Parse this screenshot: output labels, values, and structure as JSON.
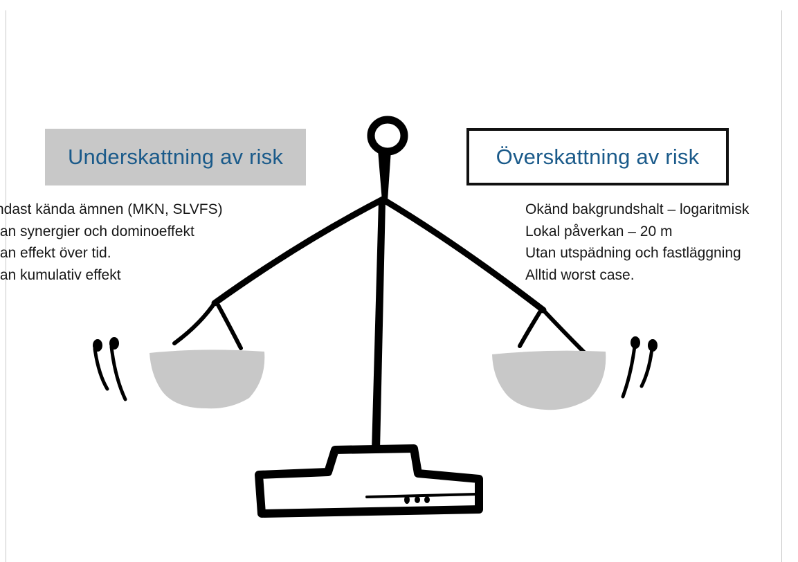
{
  "left_side": {
    "title": "Underskattning av risk",
    "items": [
      "ndast kända ämnen (MKN, SLVFS)",
      "tan synergier och dominoeffekt",
      "tan effekt över tid.",
      "tan kumulativ effekt"
    ]
  },
  "right_side": {
    "title": "Överskattning av risk",
    "items": [
      "Okänd bakgrundshalt – logaritmisk",
      "Lokal påverkan – 20 m",
      "Utan utspädning och fastläggning",
      "Alltid worst case."
    ]
  },
  "colors": {
    "title_text": "#1a5a8a",
    "left_box_fill": "#c8c8c8",
    "right_box_border": "#111111",
    "pan_fill": "#c8c8c8",
    "ink": "#000000"
  }
}
